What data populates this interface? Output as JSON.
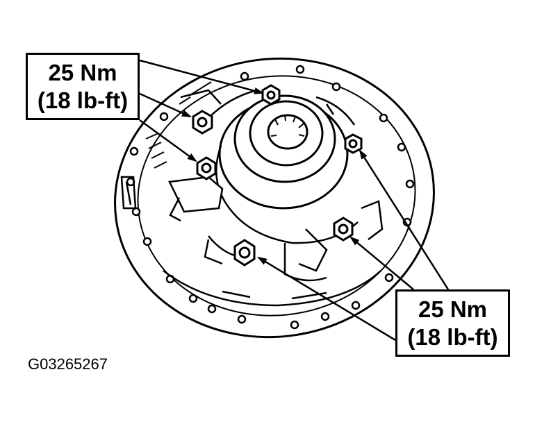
{
  "callouts": [
    {
      "torque_nm": "25 Nm",
      "torque_lbft": "(18 lb-ft)"
    },
    {
      "torque_nm": "25 Nm",
      "torque_lbft": "(18 lb-ft)"
    }
  ],
  "figure_id": "G03265267",
  "colors": {
    "ink": "#000000",
    "paper": "#ffffff"
  }
}
